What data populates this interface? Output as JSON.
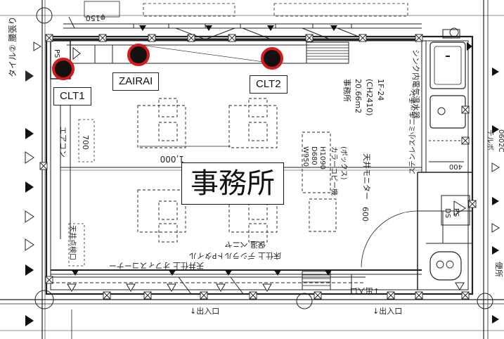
{
  "title": "事務所",
  "markers": [
    {
      "id": "CLT1",
      "label": "CLT1"
    },
    {
      "id": "ZAIRAI",
      "label": "ZAIRAI"
    },
    {
      "id": "CLT2",
      "label": "CLT2"
    }
  ],
  "drawing_text": {
    "left_side": "タイル②  腰張り",
    "top_dim": "φ150",
    "room_spec": [
      "事務所",
      "20.66m2",
      "(CH2410)",
      "1F-24"
    ],
    "sink": "ステンレス小ミニキッチン",
    "kitchen_label": "シンク内電気温水器",
    "ceiling_monitor": "天井モニター",
    "ceiling_inspection": "天井点検口",
    "aircon": "エアコン",
    "dim_700": "700",
    "dim_1000": "1,000",
    "dim_600": "600",
    "dim_400": "400",
    "copier": [
      "W950",
      "D680",
      "H1090",
      "カラーコピー機",
      "(ボックス)"
    ],
    "wall_note": "天井仕上 オフィスコーナー",
    "bottom_note": "床仕上 デシラルトPタイル",
    "bottom_note2": "保温 ベニヤ",
    "exit_left": "↓出入口",
    "exit_mid": "↓出入口",
    "exit_right": "↓出入口",
    "ds": "DS",
    "ps": "PS",
    "ps_top": "PS",
    "binben": "便所",
    "spec_right": "0602C",
    "tel": "テルボ"
  },
  "colors": {
    "marker_fill": "#111111",
    "marker_ring": "#d61a1a",
    "line": "#222222"
  }
}
